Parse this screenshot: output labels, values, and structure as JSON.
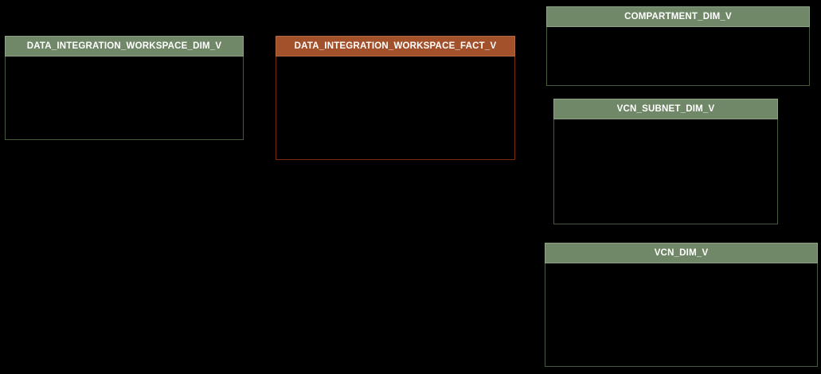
{
  "diagram": {
    "entities": [
      {
        "name": "DATA_INTEGRATION_WORKSPACE_DIM_V",
        "type": "dimension"
      },
      {
        "name": "DATA_INTEGRATION_WORKSPACE_FACT_V",
        "type": "fact"
      },
      {
        "name": "COMPARTMENT_DIM_V",
        "type": "dimension"
      },
      {
        "name": "VCN_SUBNET_DIM_V",
        "type": "dimension"
      },
      {
        "name": "VCN_DIM_V",
        "type": "dimension"
      }
    ]
  },
  "colors": {
    "background": "#000000",
    "title_text": "#FFFFFF",
    "dimension_header": "#708768",
    "dimension_header_border": "#8EA287",
    "dimension_body_border": "#475A3E",
    "fact_header": "#A3512B",
    "fact_header_border": "#B16A45",
    "fact_body_border": "#7B2B0E"
  }
}
